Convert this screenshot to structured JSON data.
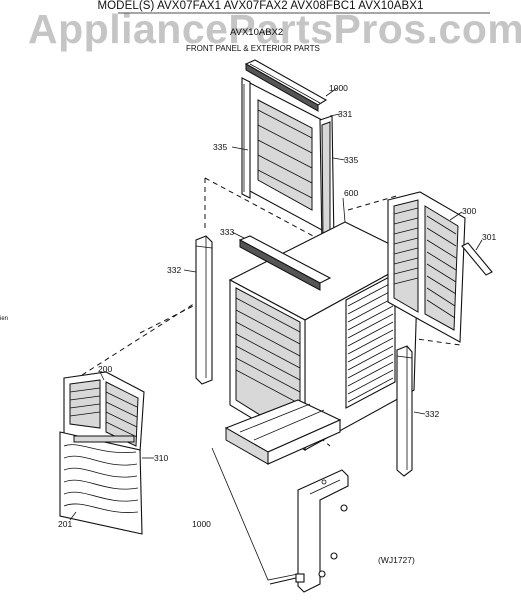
{
  "header": {
    "models_line1": "MODEL(S) AVX07FAX1  AVX07FAX2  AVX08FBC1  AVX10ABX1",
    "models_line2": "AVX10ABX2",
    "subtitle": "FRONT PANEL & EXTERIOR PARTS"
  },
  "watermark": "AppliancePartsPros.com",
  "parts": {
    "p1000_top": "1000",
    "p331": "331",
    "p335_left": "335",
    "p335_right": "335",
    "p600": "600",
    "p300": "300",
    "p301": "301",
    "p333": "333",
    "p332_left": "332",
    "p332_right": "332",
    "p200": "200",
    "p310": "310",
    "p201": "201",
    "p1000_bottom": "1000"
  },
  "drawing_code": "(WJ1727)",
  "side_mark": "ien"
}
